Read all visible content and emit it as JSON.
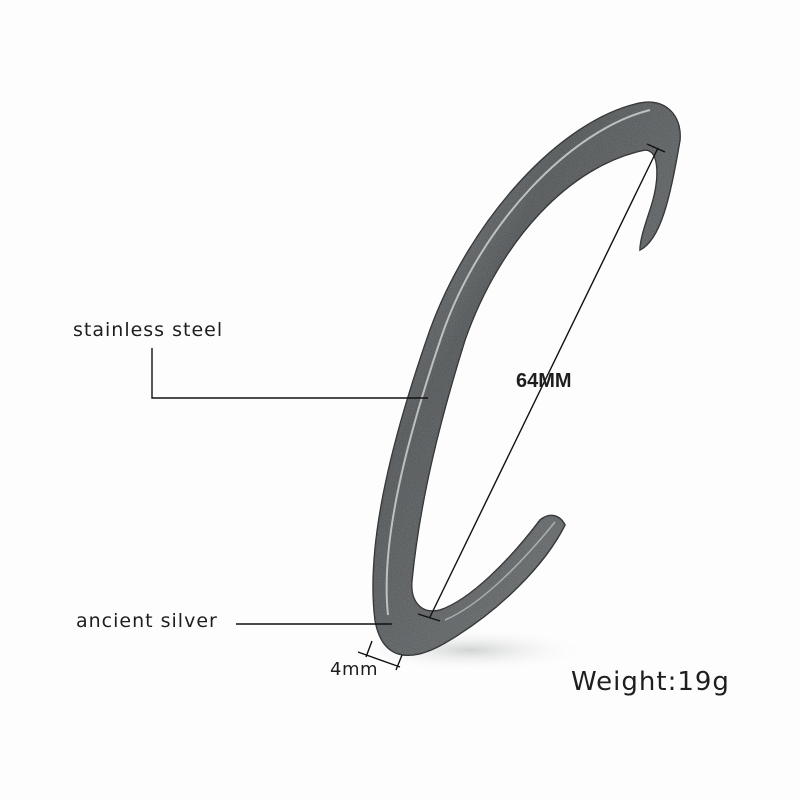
{
  "product": {
    "type": "cuff bangle bracelet",
    "colors": {
      "metal_dark": "#3c3f41",
      "metal_mid": "#6e7274",
      "metal_light": "#c9cccd",
      "line": "#111111",
      "background": "#fdfdfd"
    }
  },
  "annotations": {
    "material": "stainless steel",
    "finish": "ancient silver",
    "width": "4mm",
    "diameter": "64MM",
    "weight": "Weight:19g"
  }
}
